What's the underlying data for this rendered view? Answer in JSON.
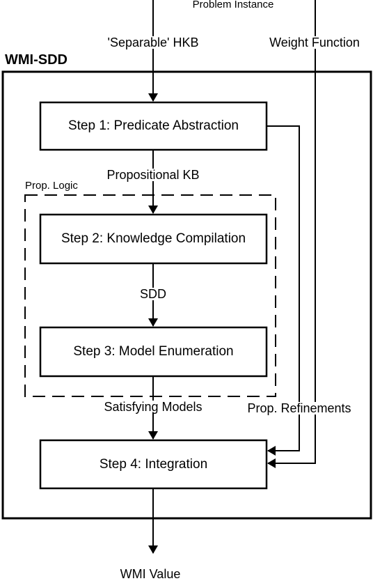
{
  "inputs": {
    "problem_instance": "Problem Instance",
    "separable_hkb": "'Separable' HKB",
    "weight_function": "Weight Function"
  },
  "system": {
    "title": "WMI-SDD",
    "prop_logic_region": "Prop. Logic"
  },
  "steps": {
    "step1": "Step 1: Predicate Abstraction",
    "step2": "Step 2: Knowledge Compilation",
    "step3": "Step 3: Model Enumeration",
    "step4": "Step 4: Integration"
  },
  "flows": {
    "propositional_kb": "Propositional KB",
    "sdd": "SDD",
    "satisfying_models": "Satisfying Models",
    "prop_refinements": "Prop. Refinements"
  },
  "output": {
    "wmi_value": "WMI Value"
  }
}
